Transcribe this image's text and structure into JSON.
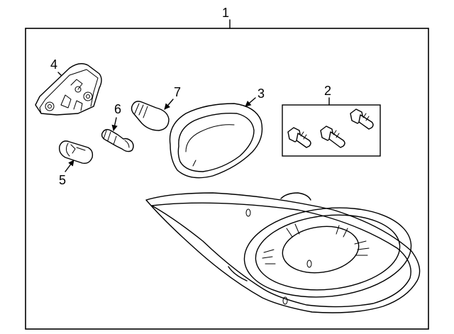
{
  "callouts": {
    "assembly": "1",
    "screws": "2",
    "gasket": "3",
    "socket_holder": "4",
    "bulb_large_lower": "5",
    "bulb_small": "6",
    "bulb_large_upper": "7"
  }
}
